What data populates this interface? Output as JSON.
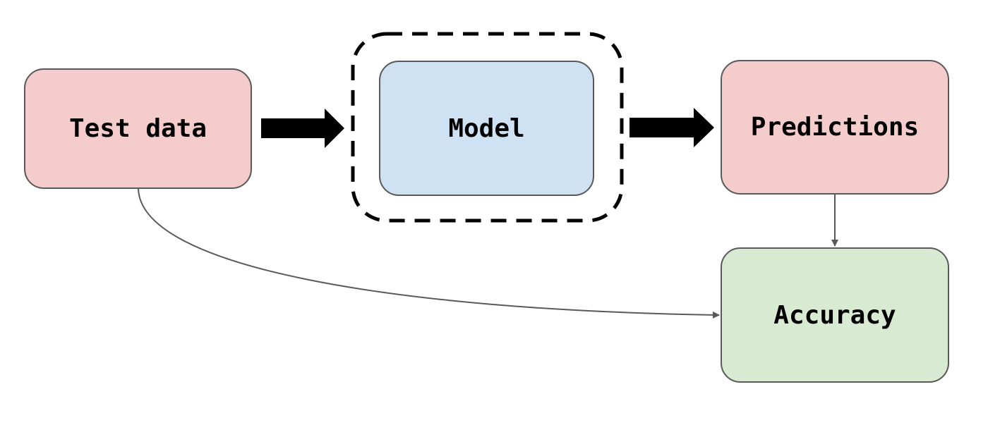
{
  "nodes": {
    "test_data": {
      "label": "Test data",
      "fill": "#f4cccc"
    },
    "model": {
      "label": "Model",
      "fill": "#cfe2f3"
    },
    "predictions": {
      "label": "Predictions",
      "fill": "#f4cccc"
    },
    "accuracy": {
      "label": "Accuracy",
      "fill": "#d9ead3"
    }
  },
  "colors": {
    "box_border": "#595959",
    "thick_arrow": "#000000",
    "thin_arrow": "#595959",
    "highlight_border": "#000000"
  },
  "edges": [
    {
      "from": "test_data",
      "to": "model",
      "style": "thick"
    },
    {
      "from": "model",
      "to": "predictions",
      "style": "thick"
    },
    {
      "from": "predictions",
      "to": "accuracy",
      "style": "thin"
    },
    {
      "from": "test_data",
      "to": "accuracy",
      "style": "thin-curved"
    }
  ]
}
